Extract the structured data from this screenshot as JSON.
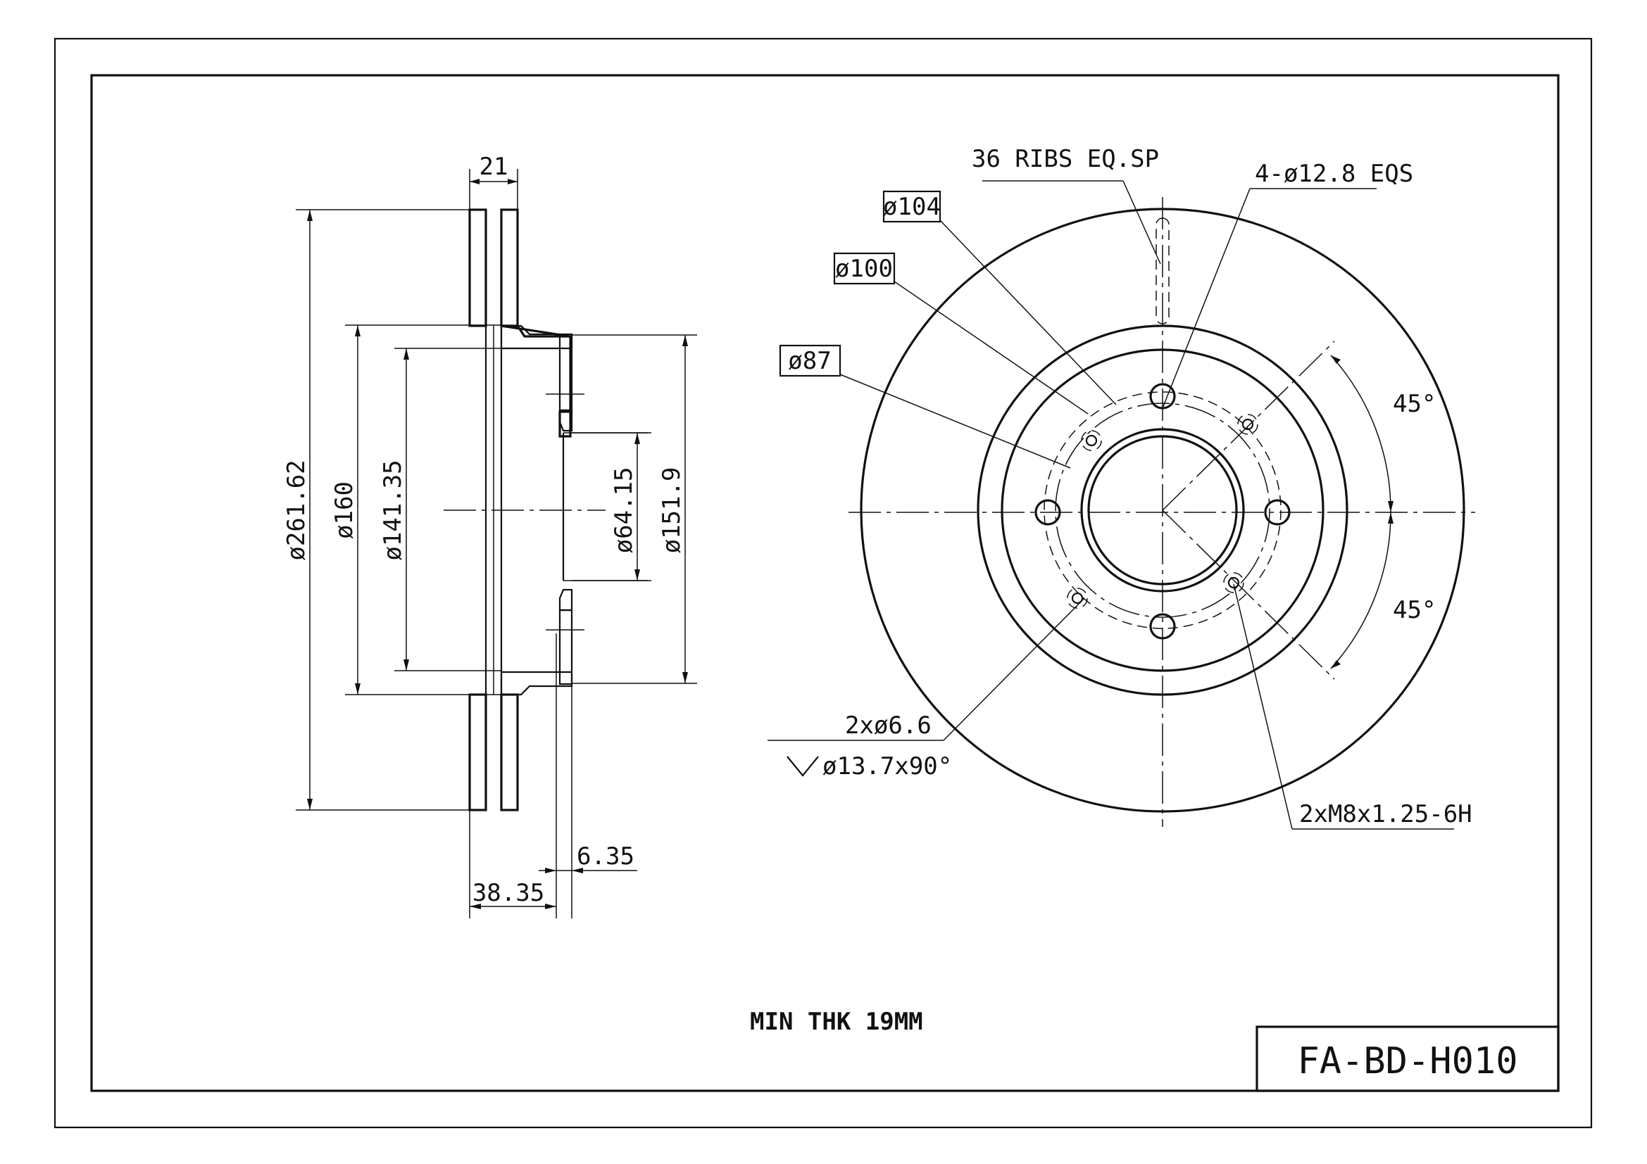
{
  "side_view": {
    "dims": {
      "thickness": "21",
      "outer_diameter": "ø261.62",
      "d160": "ø160",
      "d141": "ø141.35",
      "d64": "ø64.15",
      "d151": "ø151.9",
      "hat_depth": "38.35",
      "flange": "6.35"
    }
  },
  "front_view": {
    "labels": {
      "ribs": "36 RIBS EQ.SP",
      "holes": "4-ø12.8 EQS",
      "d104": "ø104",
      "d100": "ø100",
      "d87": "ø87",
      "small_holes_1": "2xø6.6",
      "countersink": "ø13.7x90°",
      "threaded": "2xM8x1.25-6H",
      "angle_top": "45°",
      "angle_bottom": "45°"
    }
  },
  "notes": {
    "min_thk": "MIN THK 19MM"
  },
  "title_block": {
    "part_number": "FA-BD-H010"
  }
}
